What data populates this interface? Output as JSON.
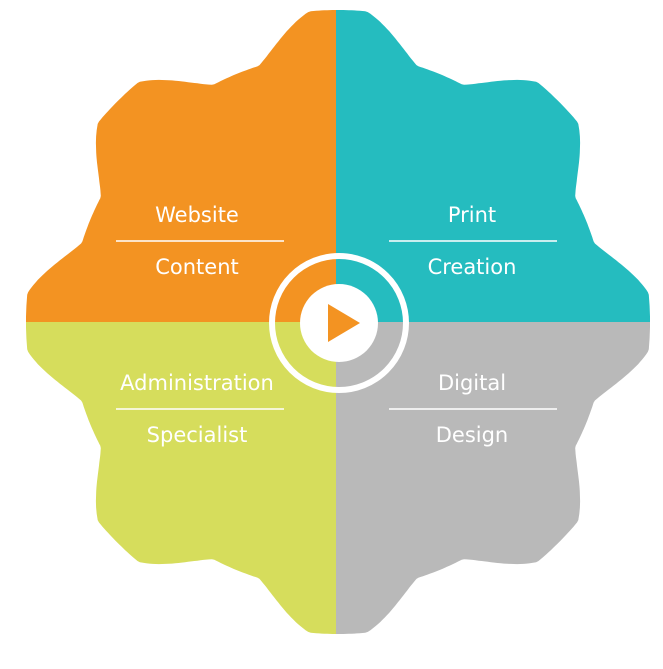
{
  "segments": {
    "top_left": {
      "line1": "Website",
      "line2": "Content",
      "color": "#F39322"
    },
    "top_right": {
      "line1": "Print",
      "line2": "Creation",
      "color": "#25BCBF"
    },
    "bottom_left": {
      "line1": "Administration",
      "line2": "Specialist",
      "color": "#D6DD5C"
    },
    "bottom_right": {
      "line1": "Digital",
      "line2": "Design",
      "color": "#B9B9B9"
    }
  },
  "center": {
    "icon": "play-icon",
    "ring_color": "#FFFFFF",
    "disc_color": "#FFFFFF",
    "arrow_color": "#F39322"
  }
}
